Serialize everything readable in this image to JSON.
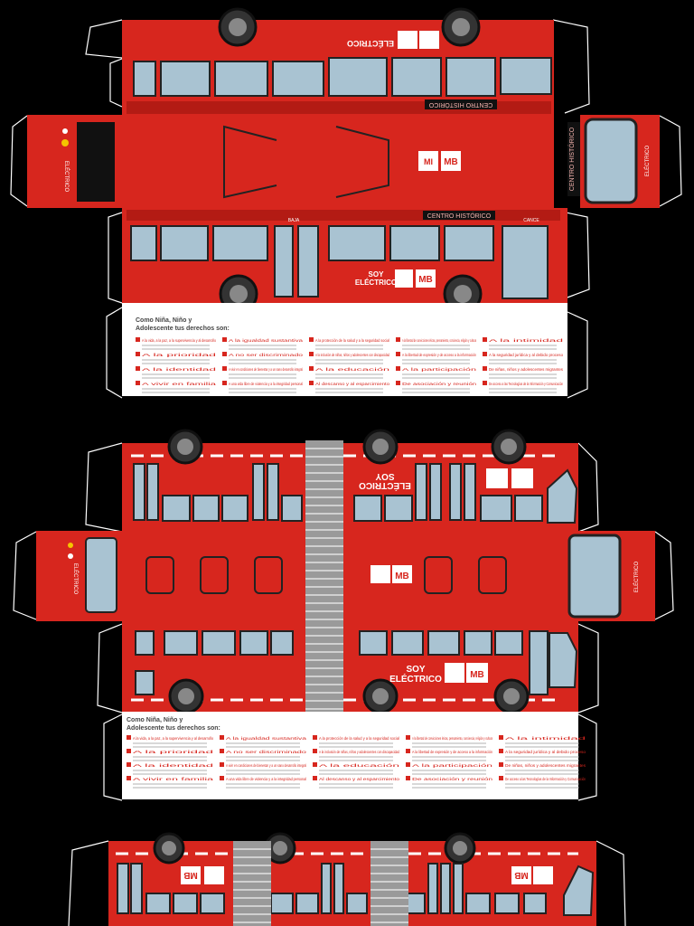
{
  "colors": {
    "bus_red": "#d7261e",
    "dark_red": "#a8160f",
    "window": "#a9c3d2",
    "window_dark": "#6f8fa3",
    "tab_outline": "#ffffff",
    "accordion": "#8a8a8a",
    "text_red": "#d7261e"
  },
  "signage": {
    "route_sign": "CENTRO HISTÓRICO",
    "slogan_line1": "SOY",
    "slogan_line2": "ELÉCTRICO",
    "brand_logo": "MB",
    "brand_icon": "MI",
    "front_label_1": "SOY",
    "front_label_2": "ELÉCTRICO",
    "side_marker_left": "BAJA",
    "side_marker_right": "CANCE"
  },
  "rights_panel_1": {
    "heading_line1": "Como Niña, Niño y",
    "heading_line2": "Adolescente tus derechos son:",
    "items": [
      "A la vida, a la paz, a la supervivencia y al desarrollo",
      "A la prioridad",
      "A la identidad",
      "A vivir en familia",
      "A la igualdad sustantiva",
      "A no ser discriminado",
      "A vivir en condiciones de bienestar y a un sano desarrollo integral",
      "A una vida libre de violencia y a la integridad personal",
      "A la protección de la salud y a la seguridad social",
      "A la inclusión de niñas, niños y adolescentes con discapacidad",
      "A la educación",
      "Al descanso y al esparcimiento",
      "A la libertad de convicciones éticas, pensamiento, conciencia, religión y cultura",
      "A la libertad de expresión y de acceso a la información",
      "A la participación",
      "De asociación y reunión",
      "A la intimidad",
      "A la seguridad jurídica y al debido proceso",
      "De niñas, niños y adolescentes migrantes",
      "De acceso a las Tecnologías de la Información y Comunicación"
    ]
  },
  "rights_panel_2": {
    "heading_line1": "Como Niña, Niño y",
    "heading_line2": "Adolescente tus derechos son:"
  }
}
